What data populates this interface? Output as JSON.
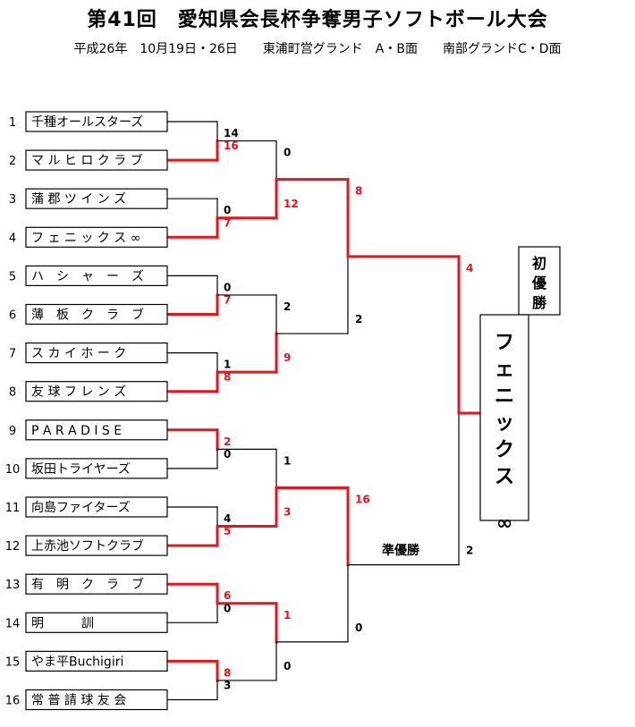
{
  "title": "第41回　愛知県会長杯争奪男子ソフトボール大会",
  "subtitle": "平成26年　10月19日・26日　　東浦町営グランド　A・B面　　南部グランドC・D面",
  "colors": {
    "win": "#e8141c",
    "line": "#000000"
  },
  "teams": [
    {
      "seed": "1",
      "name": "千種オールスターズ"
    },
    {
      "seed": "2",
      "name": "マ ル ヒ ロ ク ラ ブ"
    },
    {
      "seed": "3",
      "name": "蒲 郡 ツ イ ン ズ"
    },
    {
      "seed": "4",
      "name": "フ ェ ニ ッ ク ス ∞"
    },
    {
      "seed": "5",
      "name": "ハ　シ　ャ　ー　ズ"
    },
    {
      "seed": "6",
      "name": "薄　板　ク　ラ　ブ"
    },
    {
      "seed": "7",
      "name": "ス カ イ ホ ー ク"
    },
    {
      "seed": "8",
      "name": "友 球 フ レ ン ズ"
    },
    {
      "seed": "9",
      "name": "P A R A D I S E"
    },
    {
      "seed": "10",
      "name": "坂田トライヤーズ"
    },
    {
      "seed": "11",
      "name": "向島ファイターズ"
    },
    {
      "seed": "12",
      "name": "上赤池ソフトクラブ"
    },
    {
      "seed": "13",
      "name": "有　明　ク　ラ　ブ"
    },
    {
      "seed": "14",
      "name": "明　　　訓"
    },
    {
      "seed": "15",
      "name": "やま平Buchigiri"
    },
    {
      "seed": "16",
      "name": "常 普 請 球 友 会"
    }
  ],
  "scores": [
    {
      "v": "14",
      "win": false
    },
    {
      "v": "16",
      "win": true
    },
    {
      "v": "0",
      "win": false
    },
    {
      "v": "7",
      "win": true
    },
    {
      "v": "0",
      "win": false
    },
    {
      "v": "7",
      "win": true
    },
    {
      "v": "1",
      "win": false
    },
    {
      "v": "8",
      "win": true
    },
    {
      "v": "2",
      "win": true
    },
    {
      "v": "0",
      "win": false
    },
    {
      "v": "4",
      "win": false
    },
    {
      "v": "5",
      "win": true
    },
    {
      "v": "6",
      "win": true
    },
    {
      "v": "0",
      "win": false
    },
    {
      "v": "8",
      "win": true
    },
    {
      "v": "3",
      "win": false
    },
    {
      "v": "0",
      "win": false
    },
    {
      "v": "12",
      "win": true
    },
    {
      "v": "2",
      "win": false
    },
    {
      "v": "9",
      "win": true
    },
    {
      "v": "1",
      "win": false
    },
    {
      "v": "3",
      "win": true
    },
    {
      "v": "1",
      "win": true
    },
    {
      "v": "0",
      "win": false
    },
    {
      "v": "8",
      "win": true
    },
    {
      "v": "2",
      "win": false
    },
    {
      "v": "16",
      "win": true
    },
    {
      "v": "0",
      "win": false
    },
    {
      "v": "4",
      "win": true
    },
    {
      "v": "2",
      "win": false
    }
  ],
  "champion_label": "初優勝",
  "champion_name": "フェニックス∞",
  "runner_up_label": "準優勝"
}
